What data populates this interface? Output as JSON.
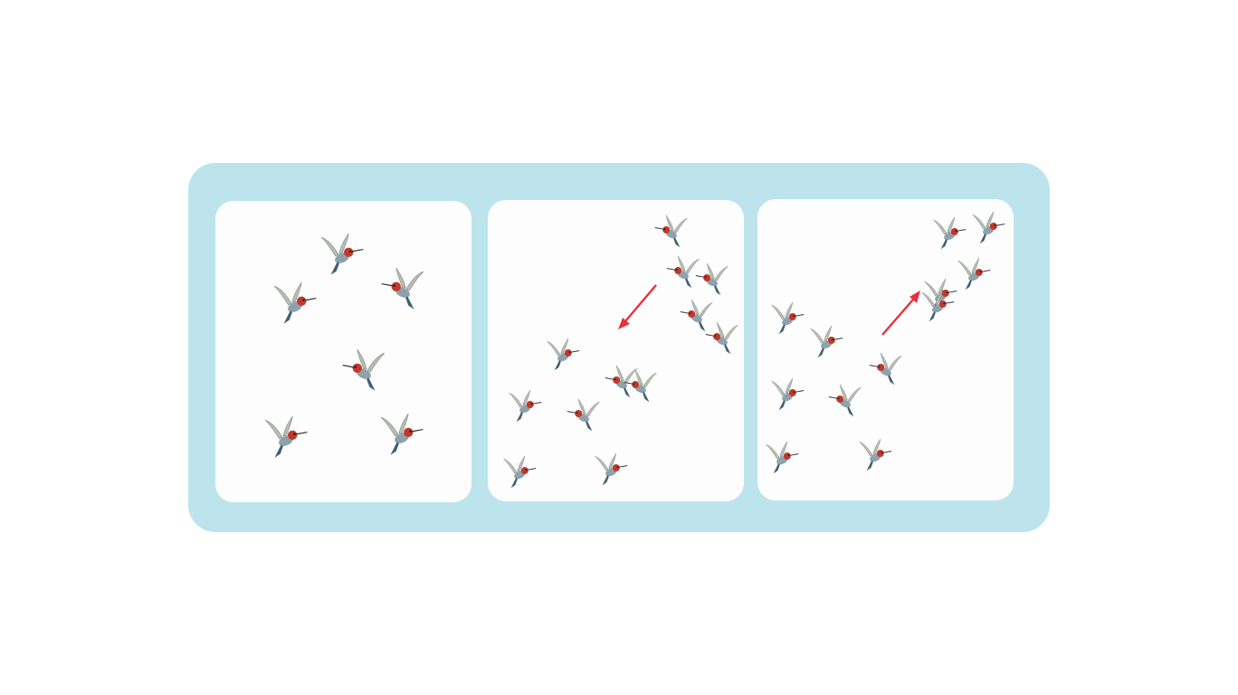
{
  "colors": {
    "frame": "#bde4ec",
    "panel": "#fdfdfd",
    "arrow": "#e8313a",
    "bird_head": "#c0392b",
    "bird_wing": "#b9bdb5",
    "bird_body": "#8fa2ac",
    "bird_tail": "#3f5f73"
  },
  "panels": [
    {
      "name": "scattered",
      "bird_icon": "hummingbird-icon",
      "bird_count": 6,
      "arrow": null
    },
    {
      "name": "moving-down-left",
      "bird_icon": "hummingbird-icon",
      "bird_count": 12,
      "arrow": {
        "direction": "down-left"
      }
    },
    {
      "name": "moving-up-right",
      "bird_icon": "hummingbird-icon",
      "bird_count": 12,
      "arrow": {
        "direction": "up-right"
      }
    }
  ]
}
